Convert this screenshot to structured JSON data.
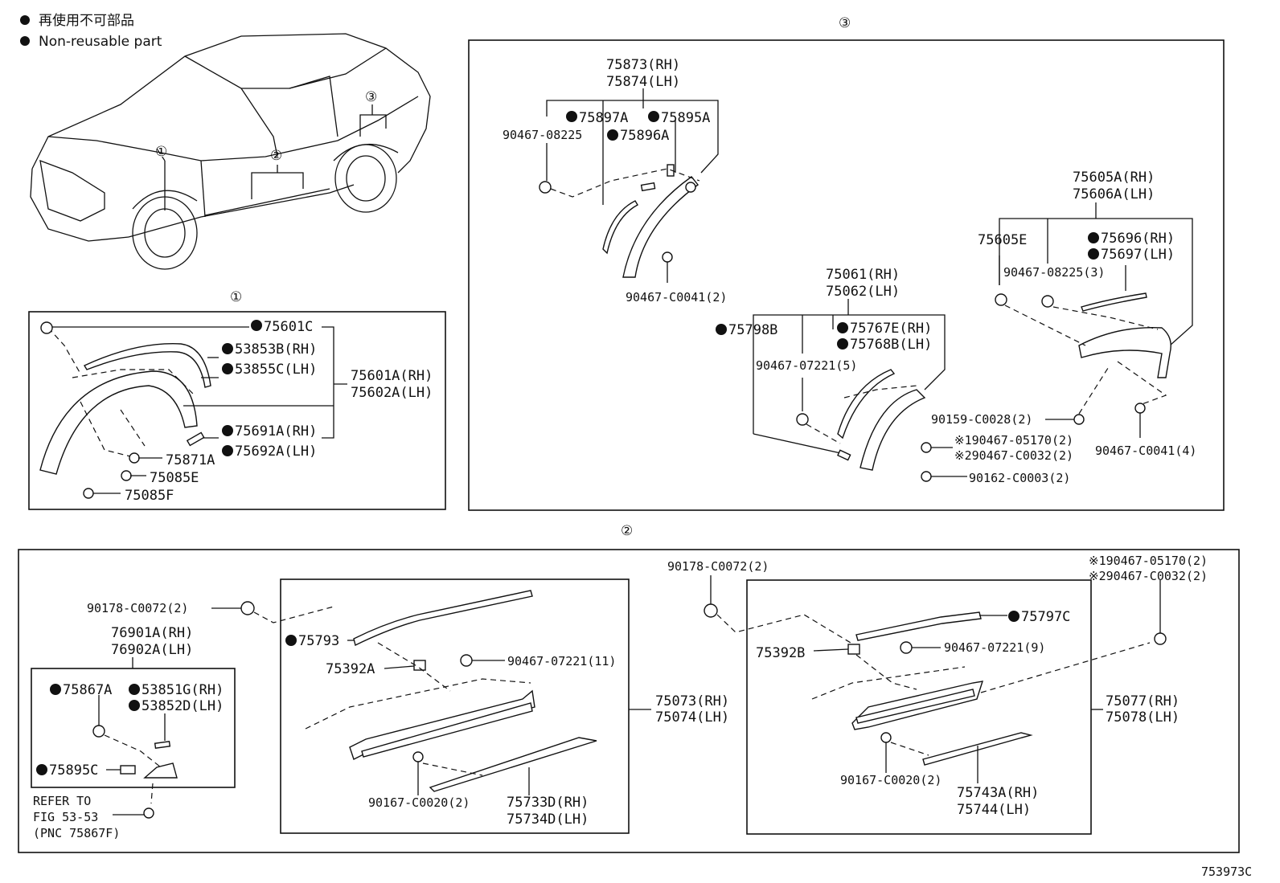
{
  "legend": {
    "line1": "再使用不可部品",
    "line2": "Non-reusable part"
  },
  "callouts": {
    "c1": "①",
    "c2": "②",
    "c3": "③"
  },
  "section1": {
    "l_75601C": "75601C",
    "l_53853B": "53853B(RH)",
    "l_53855C": "53855C(LH)",
    "l_75601A": "75601A(RH)",
    "l_75602A": "75602A(LH)",
    "l_75691A": "75691A(RH)",
    "l_75692A": "75692A(LH)",
    "l_75871A": "75871A",
    "l_75085E": "75085E",
    "l_75085F": "75085F"
  },
  "section3": {
    "l_75873": "75873(RH)",
    "l_75874": "75874(LH)",
    "l_75897A": "75897A",
    "l_75895A": "75895A",
    "l_75896A": "75896A",
    "l_9046708225a": "90467-08225",
    "l_90467C0041a": "90467-C0041(2)",
    "l_75061": "75061(RH)",
    "l_75062": "75062(LH)",
    "l_75798B": "75798B",
    "l_75767E": "75767E(RH)",
    "l_75768B": "75768B(LH)",
    "l_9046707221a": "90467-07221(5)",
    "l_x1_05170": "※190467-05170(2)",
    "l_x2_C0032": "※290467-C0032(2)",
    "l_90162": "90162-C0003(2)",
    "l_75605A": "75605A(RH)",
    "l_75606A": "75606A(LH)",
    "l_75605E": "75605E",
    "l_75696": "75696(RH)",
    "l_75697": "75697(LH)",
    "l_9046708225b": "90467-08225(3)",
    "l_90159": "90159-C0028(2)",
    "l_90467C0041b": "90467-C0041(4)"
  },
  "section2": {
    "l_90178a": "90178-C0072(2)",
    "l_76901A": "76901A(RH)",
    "l_76902A": "76902A(LH)",
    "l_75867A": "75867A",
    "l_53851G": "53851G(RH)",
    "l_53852D": "53852D(LH)",
    "l_75895C": "75895C",
    "refer1": "REFER TO",
    "refer2": "FIG 53-53",
    "refer3": "(PNC 75867F)",
    "l_75793": "75793",
    "l_75392A": "75392A",
    "l_9046707221b": "90467-07221(11)",
    "l_75073": "75073(RH)",
    "l_75074": "75074(LH)",
    "l_90167a": "90167-C0020(2)",
    "l_75733D": "75733D(RH)",
    "l_75734D": "75734D(LH)",
    "l_90178b": "90178-C0072(2)",
    "l_x1b": "※190467-05170(2)",
    "l_x2b": "※290467-C0032(2)",
    "l_75797C": "75797C",
    "l_75392B": "75392B",
    "l_9046707221c": "90467-07221(9)",
    "l_75077": "75077(RH)",
    "l_75078": "75078(LH)",
    "l_90167b": "90167-C0020(2)",
    "l_75743A": "75743A(RH)",
    "l_75744": "75744(LH)"
  },
  "figure_id": "753973C"
}
